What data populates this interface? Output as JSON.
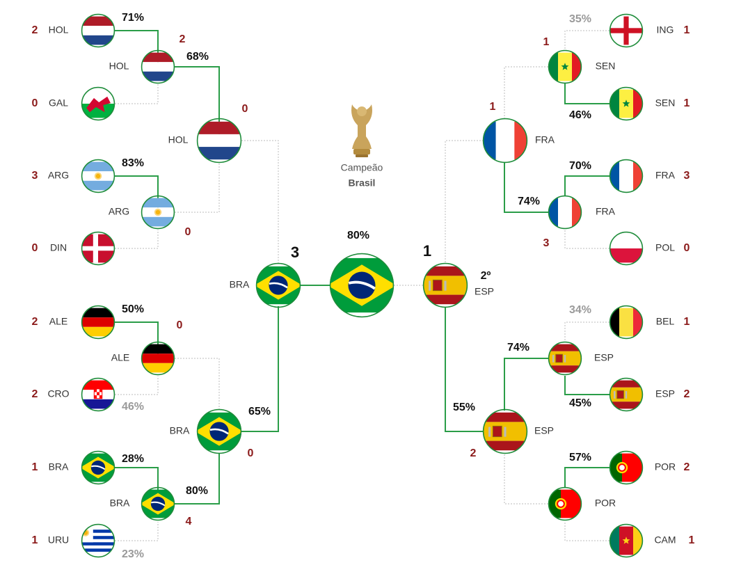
{
  "champion": {
    "label": "Campeão",
    "name": "Brasil",
    "trophy_icon": "trophy-icon"
  },
  "colors": {
    "winner_line": "#2a9d48",
    "loser_line": "#bbbbbb",
    "score": "#8b1a1a",
    "pct_winner": "#111111",
    "pct_loser": "#9a9a9a"
  },
  "r16": [
    {
      "id": "hol16",
      "code": "HOL",
      "flag": "netherlands",
      "score": "2",
      "pct": "71%",
      "winner": true
    },
    {
      "id": "gal16",
      "code": "GAL",
      "flag": "wales",
      "score": "0",
      "pct": "",
      "winner": false
    },
    {
      "id": "arg16",
      "code": "ARG",
      "flag": "argentina",
      "score": "3",
      "pct": "83%",
      "winner": true
    },
    {
      "id": "din16",
      "code": "DIN",
      "flag": "denmark",
      "score": "0",
      "pct": "",
      "winner": false
    },
    {
      "id": "ale16",
      "code": "ALE",
      "flag": "germany",
      "score": "2",
      "pct": "50%",
      "winner": true
    },
    {
      "id": "cro16",
      "code": "CRO",
      "flag": "croatia",
      "score": "2",
      "pct": "46%",
      "winner": false
    },
    {
      "id": "bra16",
      "code": "BRA",
      "flag": "brazil",
      "score": "1",
      "pct": "28%",
      "winner": true
    },
    {
      "id": "uru16",
      "code": "URU",
      "flag": "uruguay",
      "score": "1",
      "pct": "23%",
      "winner": false
    },
    {
      "id": "ing16",
      "code": "ING",
      "flag": "england",
      "score": "1",
      "pct": "35%",
      "winner": false
    },
    {
      "id": "sen16",
      "code": "SEN",
      "flag": "senegal",
      "score": "1",
      "pct": "46%",
      "winner": true
    },
    {
      "id": "fra16",
      "code": "FRA",
      "flag": "france",
      "score": "3",
      "pct": "70%",
      "winner": true
    },
    {
      "id": "pol16",
      "code": "POL",
      "flag": "poland",
      "score": "0",
      "pct": "",
      "winner": false
    },
    {
      "id": "bel16",
      "code": "BEL",
      "flag": "belgium",
      "score": "1",
      "pct": "34%",
      "winner": false
    },
    {
      "id": "esp16",
      "code": "ESP",
      "flag": "spain",
      "score": "2",
      "pct": "45%",
      "winner": true
    },
    {
      "id": "por16",
      "code": "POR",
      "flag": "portugal",
      "score": "2",
      "pct": "57%",
      "winner": true
    },
    {
      "id": "cam16",
      "code": "CAM",
      "flag": "cameroon",
      "score": "1",
      "pct": "",
      "winner": false
    }
  ],
  "qf": [
    {
      "id": "holqf",
      "code": "HOL",
      "flag": "netherlands",
      "score": "2",
      "pct": "68%"
    },
    {
      "id": "argqf",
      "code": "ARG",
      "flag": "argentina",
      "score": "0",
      "pct": ""
    },
    {
      "id": "aleqf",
      "code": "ALE",
      "flag": "germany",
      "score": "0",
      "pct": ""
    },
    {
      "id": "braqf",
      "code": "BRA",
      "flag": "brazil",
      "score": "4",
      "pct": "80%"
    },
    {
      "id": "senqf",
      "code": "SEN",
      "flag": "senegal",
      "score": "1",
      "pct": ""
    },
    {
      "id": "fraqf",
      "code": "FRA",
      "flag": "france",
      "score": "3",
      "pct": "74%"
    },
    {
      "id": "espqf",
      "code": "ESP",
      "flag": "spain",
      "score": "",
      "pct": "74%"
    },
    {
      "id": "porqf",
      "code": "POR",
      "flag": "portugal",
      "score": "",
      "pct": ""
    }
  ],
  "sf": [
    {
      "id": "holsf",
      "code": "HOL",
      "flag": "netherlands",
      "score": "0",
      "pct": ""
    },
    {
      "id": "brasf",
      "code": "BRA",
      "flag": "brazil",
      "score": "0",
      "pct": "65%"
    },
    {
      "id": "frasf",
      "code": "FRA",
      "flag": "france",
      "score": "1",
      "pct": ""
    },
    {
      "id": "espsf",
      "code": "ESP",
      "flag": "spain",
      "score": "2",
      "pct": "55%"
    }
  ],
  "final": {
    "left": {
      "code": "BRA",
      "flag": "brazil",
      "score": "3"
    },
    "right": {
      "code": "ESP",
      "flag": "spain",
      "score": "1",
      "place": "2º"
    },
    "champion_pct": "80%",
    "champion_flag": "brazil"
  }
}
